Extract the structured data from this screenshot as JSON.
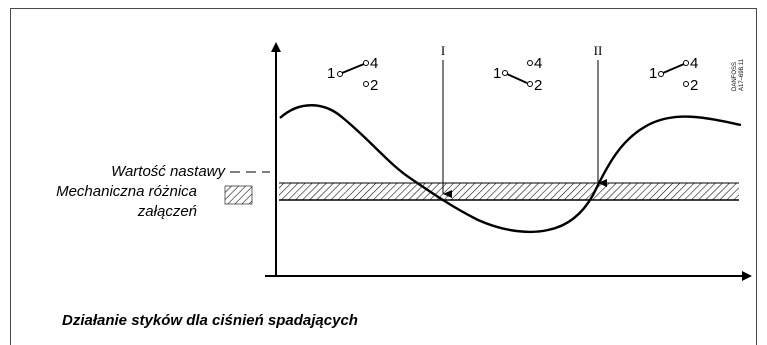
{
  "labels": {
    "setpoint": "Wartość nastawy",
    "differential_line1": "Mechaniczna różnica",
    "differential_line2": "załączeń",
    "caption": "Działanie styków dla ciśnień spadających"
  },
  "markers": {
    "first": "I",
    "second": "II"
  },
  "terminals": {
    "common": "1",
    "upper": "4",
    "lower": "2"
  },
  "stamp": {
    "line1": "DANFOSS",
    "line2": "A17–698.11"
  },
  "colors": {
    "ink": "#000000",
    "border": "#4a4a4a",
    "background": "#ffffff"
  }
}
